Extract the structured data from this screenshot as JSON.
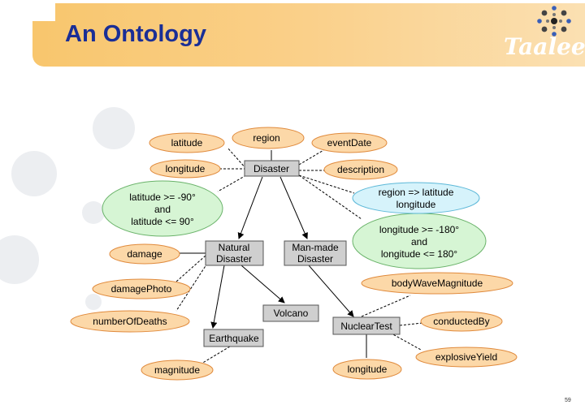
{
  "slide": {
    "title": "An Ontology",
    "logo_text": "Taalee",
    "page_number": "59"
  },
  "colors": {
    "attribute_fill": "#fcd8a8",
    "attribute_stroke": "#e08a3c",
    "constraint_fill": "#d6f5d4",
    "constraint_stroke": "#6ab36a",
    "mapping_fill": "#d6f3fb",
    "mapping_stroke": "#5cb8d8",
    "class_fill": "#cfcfcf",
    "class_stroke": "#555555"
  },
  "diagram": {
    "attributes": {
      "latitude": "latitude",
      "region": "region",
      "event_date": "eventDate",
      "longitude_top": "longitude",
      "description": "description",
      "damage": "damage",
      "damage_photo": "damagePhoto",
      "number_of_deaths": "numberOfDeaths",
      "magnitude": "magnitude",
      "body_wave_magnitude": "bodyWaveMagnitude",
      "conducted_by": "conductedBy",
      "explosive_yield": "explosiveYield",
      "longitude_bottom": "longitude"
    },
    "constraints": {
      "latitude_constraint": [
        "latitude >= -90°",
        "and",
        "latitude <= 90°"
      ],
      "longitude_constraint": [
        "longitude >= -180°",
        "and",
        "longitude <= 180°"
      ]
    },
    "mapping": [
      "region => latitude",
      "longitude"
    ],
    "classes": {
      "disaster": "Disaster",
      "natural_disaster": [
        "Natural",
        "Disaster"
      ],
      "man_made_disaster": [
        "Man-made",
        "Disaster"
      ],
      "volcano": "Volcano",
      "earthquake": "Earthquake",
      "nuclear_test": "NuclearTest"
    }
  }
}
